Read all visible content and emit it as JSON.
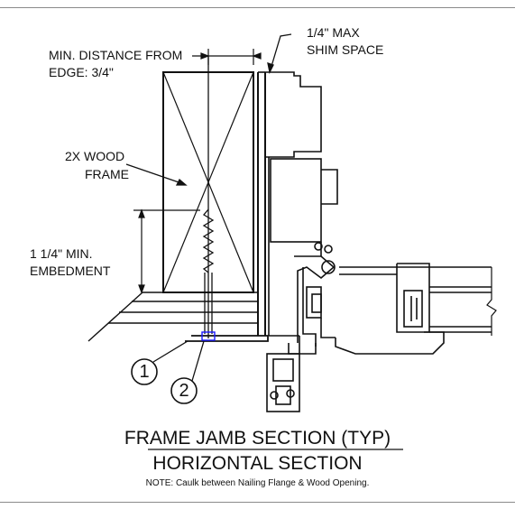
{
  "labels": {
    "min_distance_1": "MIN. DISTANCE FROM",
    "min_distance_2": "EDGE: 3/4\"",
    "shim_1": "1/4\" MAX",
    "shim_2": "SHIM SPACE",
    "wood_frame_1": "2X WOOD",
    "wood_frame_2": "FRAME",
    "embedment_1": "1 1/4\" MIN.",
    "embedment_2": "EMBEDMENT",
    "callout_1": "1",
    "callout_2": "2"
  },
  "title": {
    "line1": "FRAME JAMB SECTION (TYP)",
    "line2": "HORIZONTAL SECTION"
  },
  "note": "NOTE: Caulk between Nailing Flange & Wood Opening.",
  "colors": {
    "line": "#111111",
    "highlight": "#1a1aff",
    "border": "#8a8a8a"
  }
}
